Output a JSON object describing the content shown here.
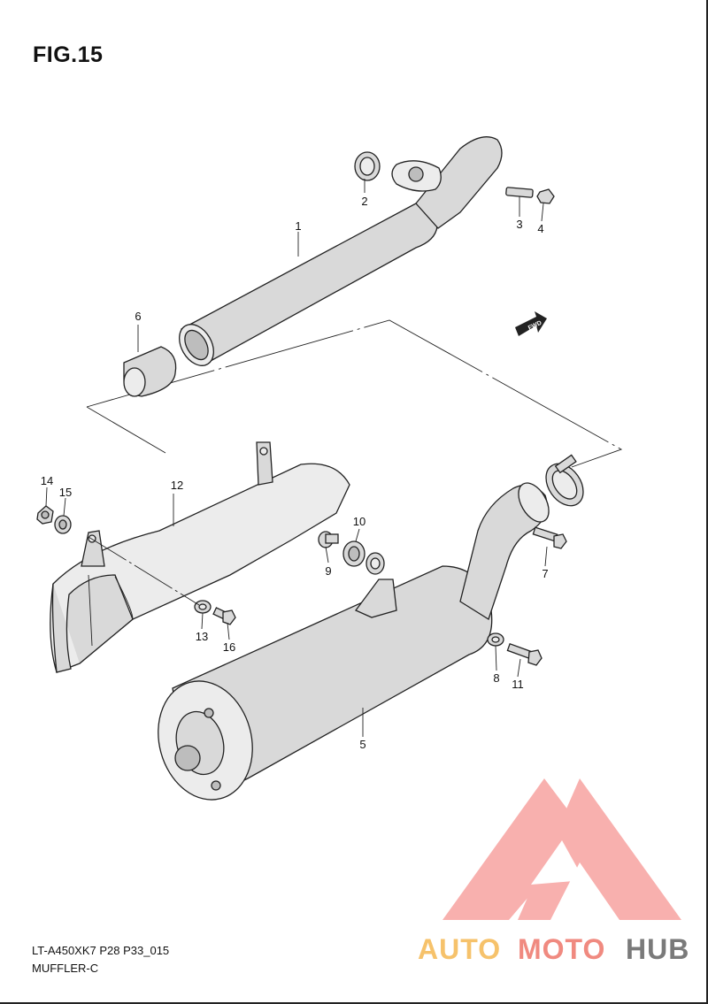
{
  "figure": {
    "title": "FIG.15",
    "model_code": "LT-A450XK7 P28 P33_015",
    "section_name": "MUFFLER-C",
    "direction_label": "FWD"
  },
  "callouts": [
    "1",
    "2",
    "3",
    "4",
    "5",
    "6",
    "7",
    "8",
    "9",
    "10",
    "11",
    "12",
    "13",
    "14",
    "15",
    "16"
  ],
  "watermark": {
    "part_a": "AUTO",
    "part_b": "MOTO",
    "part_c": "HUB",
    "color_a": "#f6c26b",
    "color_b": "#f08a80",
    "color_c": "#7a7a7a",
    "logo_color": "#f7a3a0"
  }
}
